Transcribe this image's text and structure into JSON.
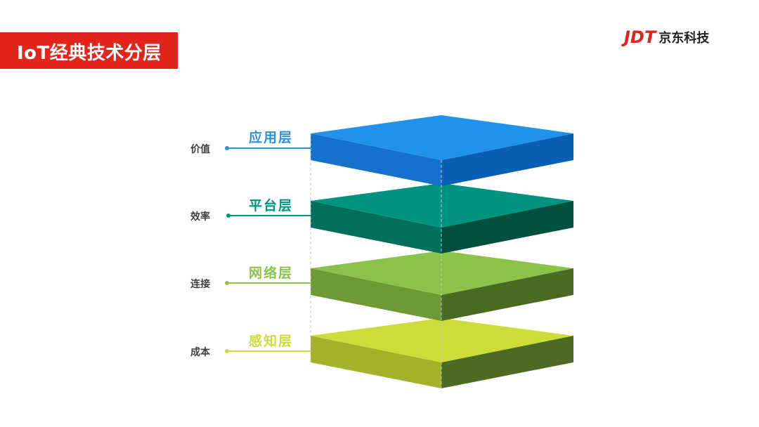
{
  "header": {
    "title": "IoT经典技术分层",
    "brand_logo": "JDT",
    "brand_name": "京东科技",
    "accent": "#e1251b"
  },
  "layers": [
    {
      "name": "应用层",
      "value": "价值",
      "color": "#2b8fe0"
    },
    {
      "name": "平台层",
      "value": "效率",
      "color": "#00937f"
    },
    {
      "name": "网络层",
      "value": "连接",
      "color": "#8bc34a"
    },
    {
      "name": "感知层",
      "value": "成本",
      "color": "#cddc39"
    }
  ]
}
